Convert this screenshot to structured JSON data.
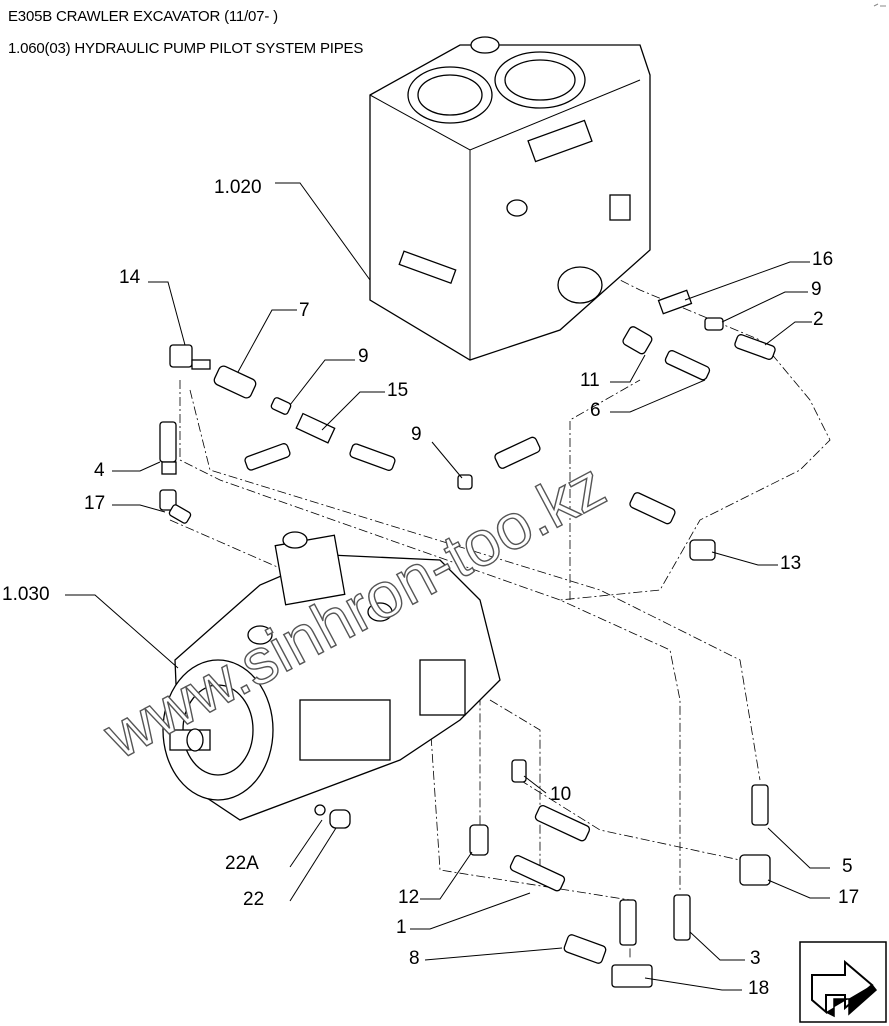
{
  "header": {
    "model": "E305B CRAWLER EXCAVATOR (11/07- )",
    "section": "1.060(03) HYDRAULIC PUMP PILOT SYSTEM PIPES"
  },
  "watermark": "www.sinhron-too.kz",
  "callouts": [
    {
      "id": "c-1020",
      "label": "1.020"
    },
    {
      "id": "c-14",
      "label": "14"
    },
    {
      "id": "c-7",
      "label": "7"
    },
    {
      "id": "c-9a",
      "label": "9"
    },
    {
      "id": "c-15",
      "label": "15"
    },
    {
      "id": "c-9b",
      "label": "9"
    },
    {
      "id": "c-4",
      "label": "4"
    },
    {
      "id": "c-17a",
      "label": "17"
    },
    {
      "id": "c-1030",
      "label": "1.030"
    },
    {
      "id": "c-16",
      "label": "16"
    },
    {
      "id": "c-9c",
      "label": "9"
    },
    {
      "id": "c-2",
      "label": "2"
    },
    {
      "id": "c-11",
      "label": "11"
    },
    {
      "id": "c-6",
      "label": "6"
    },
    {
      "id": "c-13",
      "label": "13"
    },
    {
      "id": "c-10",
      "label": "10"
    },
    {
      "id": "c-22a",
      "label": "22A"
    },
    {
      "id": "c-22",
      "label": "22"
    },
    {
      "id": "c-12",
      "label": "12"
    },
    {
      "id": "c-1",
      "label": "1"
    },
    {
      "id": "c-8",
      "label": "8"
    },
    {
      "id": "c-3",
      "label": "3"
    },
    {
      "id": "c-18",
      "label": "18"
    },
    {
      "id": "c-5",
      "label": "5"
    },
    {
      "id": "c-17b",
      "label": "17"
    }
  ],
  "nav_icon": "next-page-arrow-icon"
}
